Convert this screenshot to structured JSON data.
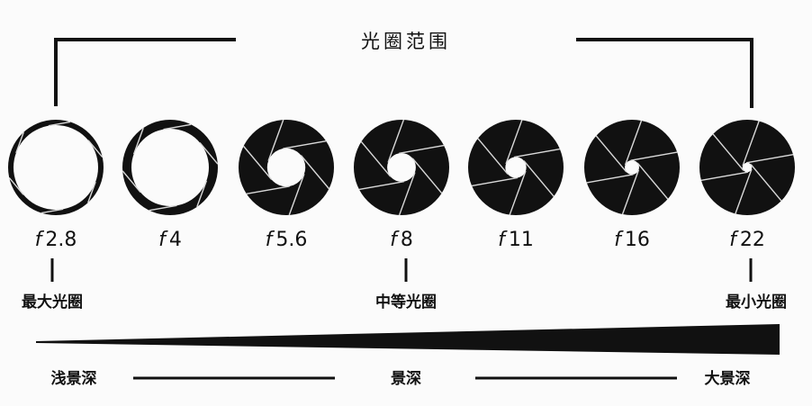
{
  "title": "光圈范围",
  "apertures": [
    {
      "label": "f 2.8",
      "prefix": "f",
      "value": "2.8",
      "opening": 0.9
    },
    {
      "label": "f 4",
      "prefix": "f",
      "value": "4",
      "opening": 0.8
    },
    {
      "label": "f 5.6",
      "prefix": "f",
      "value": "5.6",
      "opening": 0.4
    },
    {
      "label": "f 8",
      "prefix": "f",
      "value": "8",
      "opening": 0.3
    },
    {
      "label": "f 11",
      "prefix": "f",
      "value": "11",
      "opening": 0.22
    },
    {
      "label": "f 16",
      "prefix": "f",
      "value": "16",
      "opening": 0.15
    },
    {
      "label": "f 22",
      "prefix": "f",
      "value": "22",
      "opening": 0.1
    }
  ],
  "captions": {
    "largest": "最大光圈",
    "medium": "中等光圈",
    "smallest": "最小光圈"
  },
  "depth": {
    "shallow": "浅景深",
    "middle": "景深",
    "deep": "大景深"
  },
  "colors": {
    "ink": "#111111",
    "blade_line": "#d9d9d9",
    "background": "#fbfbfb"
  }
}
